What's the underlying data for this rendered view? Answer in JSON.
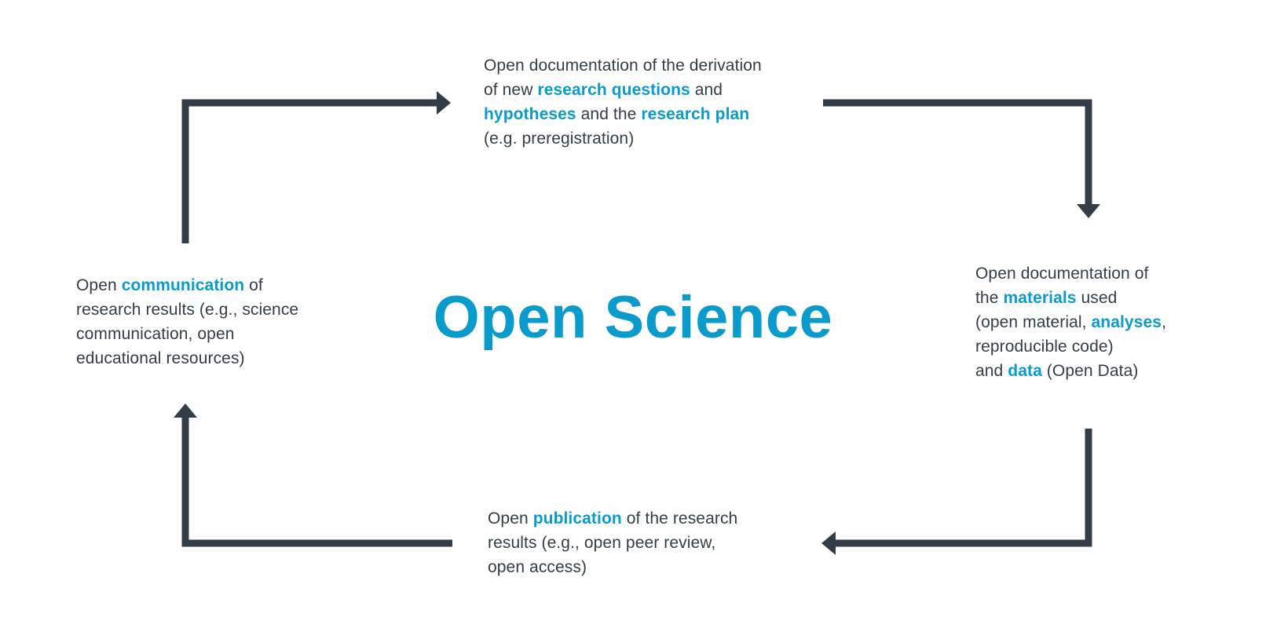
{
  "title": "Open Science",
  "colors": {
    "accent": "#0a9bcd",
    "text": "#333d47",
    "arrow": "#333d47",
    "background": "#ffffff"
  },
  "nodes": {
    "top": {
      "lines": [
        [
          {
            "t": "Open documentation of the derivation",
            "hl": false
          }
        ],
        [
          {
            "t": "of new ",
            "hl": false
          },
          {
            "t": "research questions",
            "hl": true
          },
          {
            "t": " and",
            "hl": false
          }
        ],
        [
          {
            "t": "hypotheses",
            "hl": true
          },
          {
            "t": " and the ",
            "hl": false
          },
          {
            "t": "research plan",
            "hl": true
          }
        ],
        [
          {
            "t": "(e.g. preregistration)",
            "hl": false
          }
        ]
      ]
    },
    "right": {
      "lines": [
        [
          {
            "t": "Open documentation of",
            "hl": false
          }
        ],
        [
          {
            "t": "the ",
            "hl": false
          },
          {
            "t": "materials",
            "hl": true
          },
          {
            "t": " used",
            "hl": false
          }
        ],
        [
          {
            "t": "(open material, ",
            "hl": false
          },
          {
            "t": "analyses",
            "hl": true
          },
          {
            "t": ",",
            "hl": false
          }
        ],
        [
          {
            "t": "reproducible code)",
            "hl": false
          }
        ],
        [
          {
            "t": "and ",
            "hl": false
          },
          {
            "t": "data",
            "hl": true
          },
          {
            "t": " (Open Data)",
            "hl": false
          }
        ]
      ]
    },
    "bottom": {
      "lines": [
        [
          {
            "t": "Open ",
            "hl": false
          },
          {
            "t": "publication",
            "hl": true
          },
          {
            "t": " of the research",
            "hl": false
          }
        ],
        [
          {
            "t": "results (e.g., open peer review,",
            "hl": false
          }
        ],
        [
          {
            "t": "open access)",
            "hl": false
          }
        ]
      ]
    },
    "left": {
      "lines": [
        [
          {
            "t": "Open ",
            "hl": false
          },
          {
            "t": "communication",
            "hl": true
          },
          {
            "t": " of",
            "hl": false
          }
        ],
        [
          {
            "t": "research results (e.g., science",
            "hl": false
          }
        ],
        [
          {
            "t": "communication, open",
            "hl": false
          }
        ],
        [
          {
            "t": "educational resources)",
            "hl": false
          }
        ]
      ]
    }
  },
  "arrows": [
    {
      "from": "left",
      "to": "top",
      "icon": "arrow-right-icon"
    },
    {
      "from": "top",
      "to": "right",
      "icon": "arrow-down-icon"
    },
    {
      "from": "right",
      "to": "bottom",
      "icon": "arrow-left-icon"
    },
    {
      "from": "bottom",
      "to": "left",
      "icon": "arrow-up-icon"
    }
  ]
}
